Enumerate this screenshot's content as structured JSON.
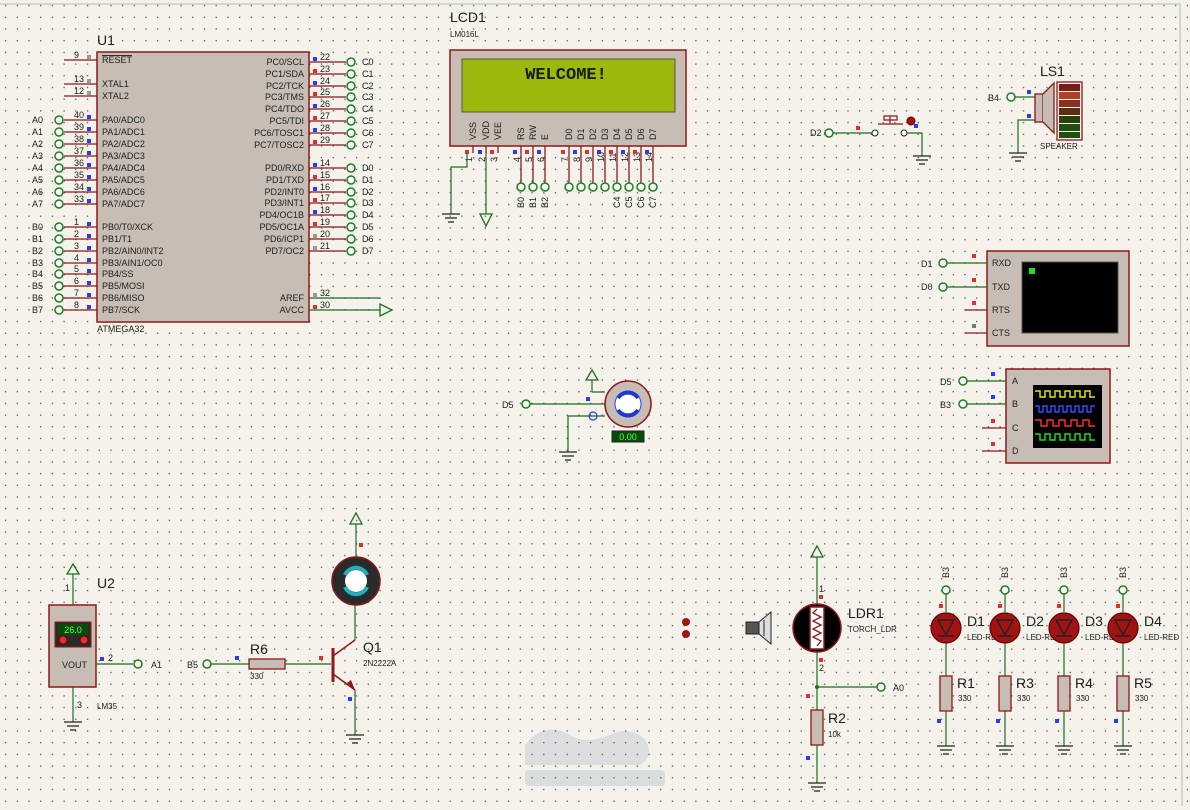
{
  "colors": {
    "sheet": "#f4f2ea",
    "dot": "#3a3a3a",
    "wire": "#1e6e1e",
    "body_outline": "#8b1a1a",
    "ic_fill": "#c7bdb4",
    "lcd_glass": "#9db80c",
    "pin_red": "#e23030",
    "pin_blue": "#2a3cf0",
    "terminal": "#1e7e1e",
    "led": "#a01414"
  },
  "mcu": {
    "ref": "U1",
    "part": "ATMEGA32",
    "left_pins": [
      {
        "num": "9",
        "name": "RESET",
        "net": ""
      },
      {
        "num": "13",
        "name": "XTAL1",
        "net": ""
      },
      {
        "num": "12",
        "name": "XTAL2",
        "net": ""
      },
      {
        "num": "40",
        "name": "PA0/ADC0",
        "net": "A0"
      },
      {
        "num": "39",
        "name": "PA1/ADC1",
        "net": "A1"
      },
      {
        "num": "38",
        "name": "PA2/ADC2",
        "net": "A2"
      },
      {
        "num": "37",
        "name": "PA3/ADC3",
        "net": "A3"
      },
      {
        "num": "36",
        "name": "PA4/ADC4",
        "net": "A4"
      },
      {
        "num": "35",
        "name": "PA5/ADC5",
        "net": "A5"
      },
      {
        "num": "34",
        "name": "PA6/ADC6",
        "net": "A6"
      },
      {
        "num": "33",
        "name": "PA7/ADC7",
        "net": "A7"
      },
      {
        "num": "1",
        "name": "PB0/T0/XCK",
        "net": "B0"
      },
      {
        "num": "2",
        "name": "PB1/T1",
        "net": "B1"
      },
      {
        "num": "3",
        "name": "PB2/AIN0/INT2",
        "net": "B2"
      },
      {
        "num": "4",
        "name": "PB3/AIN1/OC0",
        "net": "B3"
      },
      {
        "num": "5",
        "name": "PB4/SS",
        "net": "B4"
      },
      {
        "num": "6",
        "name": "PB5/MOSI",
        "net": "B5"
      },
      {
        "num": "7",
        "name": "PB6/MISO",
        "net": "B6"
      },
      {
        "num": "8",
        "name": "PB7/SCK",
        "net": "B7"
      }
    ],
    "right_pins": [
      {
        "num": "22",
        "name": "PC0/SCL",
        "net": "C0"
      },
      {
        "num": "23",
        "name": "PC1/SDA",
        "net": "C1"
      },
      {
        "num": "24",
        "name": "PC2/TCK",
        "net": "C2"
      },
      {
        "num": "25",
        "name": "PC3/TMS",
        "net": "C3"
      },
      {
        "num": "26",
        "name": "PC4/TDO",
        "net": "C4"
      },
      {
        "num": "27",
        "name": "PC5/TDI",
        "net": "C5"
      },
      {
        "num": "28",
        "name": "PC6/TOSC1",
        "net": "C6"
      },
      {
        "num": "29",
        "name": "PC7/TOSC2",
        "net": "C7"
      },
      {
        "num": "14",
        "name": "PD0/RXD",
        "net": "D0"
      },
      {
        "num": "15",
        "name": "PD1/TXD",
        "net": "D1"
      },
      {
        "num": "16",
        "name": "PD2/INT0",
        "net": "D2"
      },
      {
        "num": "17",
        "name": "PD3/INT1",
        "net": "D3"
      },
      {
        "num": "18",
        "name": "PD4/OC1B",
        "net": "D4"
      },
      {
        "num": "19",
        "name": "PD5/OC1A",
        "net": "D5"
      },
      {
        "num": "20",
        "name": "PD6/ICP1",
        "net": "D6"
      },
      {
        "num": "21",
        "name": "PD7/OC2",
        "net": "D7"
      },
      {
        "num": "32",
        "name": "AREF",
        "net": ""
      },
      {
        "num": "30",
        "name": "AVCC",
        "net": ""
      }
    ]
  },
  "lcd": {
    "ref": "LCD1",
    "part": "LM016L",
    "text": "WELCOME!",
    "pins": [
      {
        "num": "1",
        "name": "VSS"
      },
      {
        "num": "2",
        "name": "VDD"
      },
      {
        "num": "3",
        "name": "VEE"
      },
      {
        "num": "4",
        "name": "RS"
      },
      {
        "num": "5",
        "name": "RW"
      },
      {
        "num": "6",
        "name": "E"
      },
      {
        "num": "7",
        "name": "D0"
      },
      {
        "num": "8",
        "name": "D1"
      },
      {
        "num": "9",
        "name": "D2"
      },
      {
        "num": "10",
        "name": "D3"
      },
      {
        "num": "11",
        "name": "D4"
      },
      {
        "num": "12",
        "name": "D5"
      },
      {
        "num": "13",
        "name": "D6"
      },
      {
        "num": "14",
        "name": "D7"
      }
    ],
    "nets": [
      "B0",
      "B1",
      "B2",
      "C4",
      "C5",
      "C6",
      "C7"
    ]
  },
  "switch": {
    "net": "D2"
  },
  "speaker": {
    "ref": "LS1",
    "part": "SPEAKER",
    "net": "B4"
  },
  "terminal": {
    "pins": [
      "RXD",
      "TXD",
      "RTS",
      "CTS"
    ],
    "nets": [
      "D1",
      "D0"
    ]
  },
  "scope": {
    "channels": [
      "A",
      "B",
      "C",
      "D"
    ],
    "nets": [
      "D5",
      "B3"
    ]
  },
  "servo": {
    "net": "D5",
    "reading": "0.00"
  },
  "sensor": {
    "ref": "U2",
    "part": "LM35",
    "reading": "26.0",
    "out_label": "VOUT",
    "pin1": "1",
    "pin2": "2",
    "pin3": "3",
    "net": "A1"
  },
  "transistor": {
    "ref": "Q1",
    "part": "2N2222A"
  },
  "resistor_r6": {
    "ref": "R6",
    "value": "330",
    "net": "B5"
  },
  "ldr": {
    "ref": "LDR1",
    "part": "TORCH_LDR",
    "pin1": "1",
    "pin2": "2",
    "net": "A0"
  },
  "resistor_r2": {
    "ref": "R2",
    "value": "10k"
  },
  "leds": [
    {
      "ref": "D1",
      "part": "LED-RED",
      "net": "B3",
      "res_ref": "R1",
      "res_value": "330"
    },
    {
      "ref": "D2",
      "part": "LED-RED",
      "net": "B3",
      "res_ref": "R3",
      "res_value": "330"
    },
    {
      "ref": "D3",
      "part": "LED-RED",
      "net": "B3",
      "res_ref": "R4",
      "res_value": "330"
    },
    {
      "ref": "D4",
      "part": "LED-RED",
      "net": "B3",
      "res_ref": "R5",
      "res_value": "330"
    }
  ]
}
